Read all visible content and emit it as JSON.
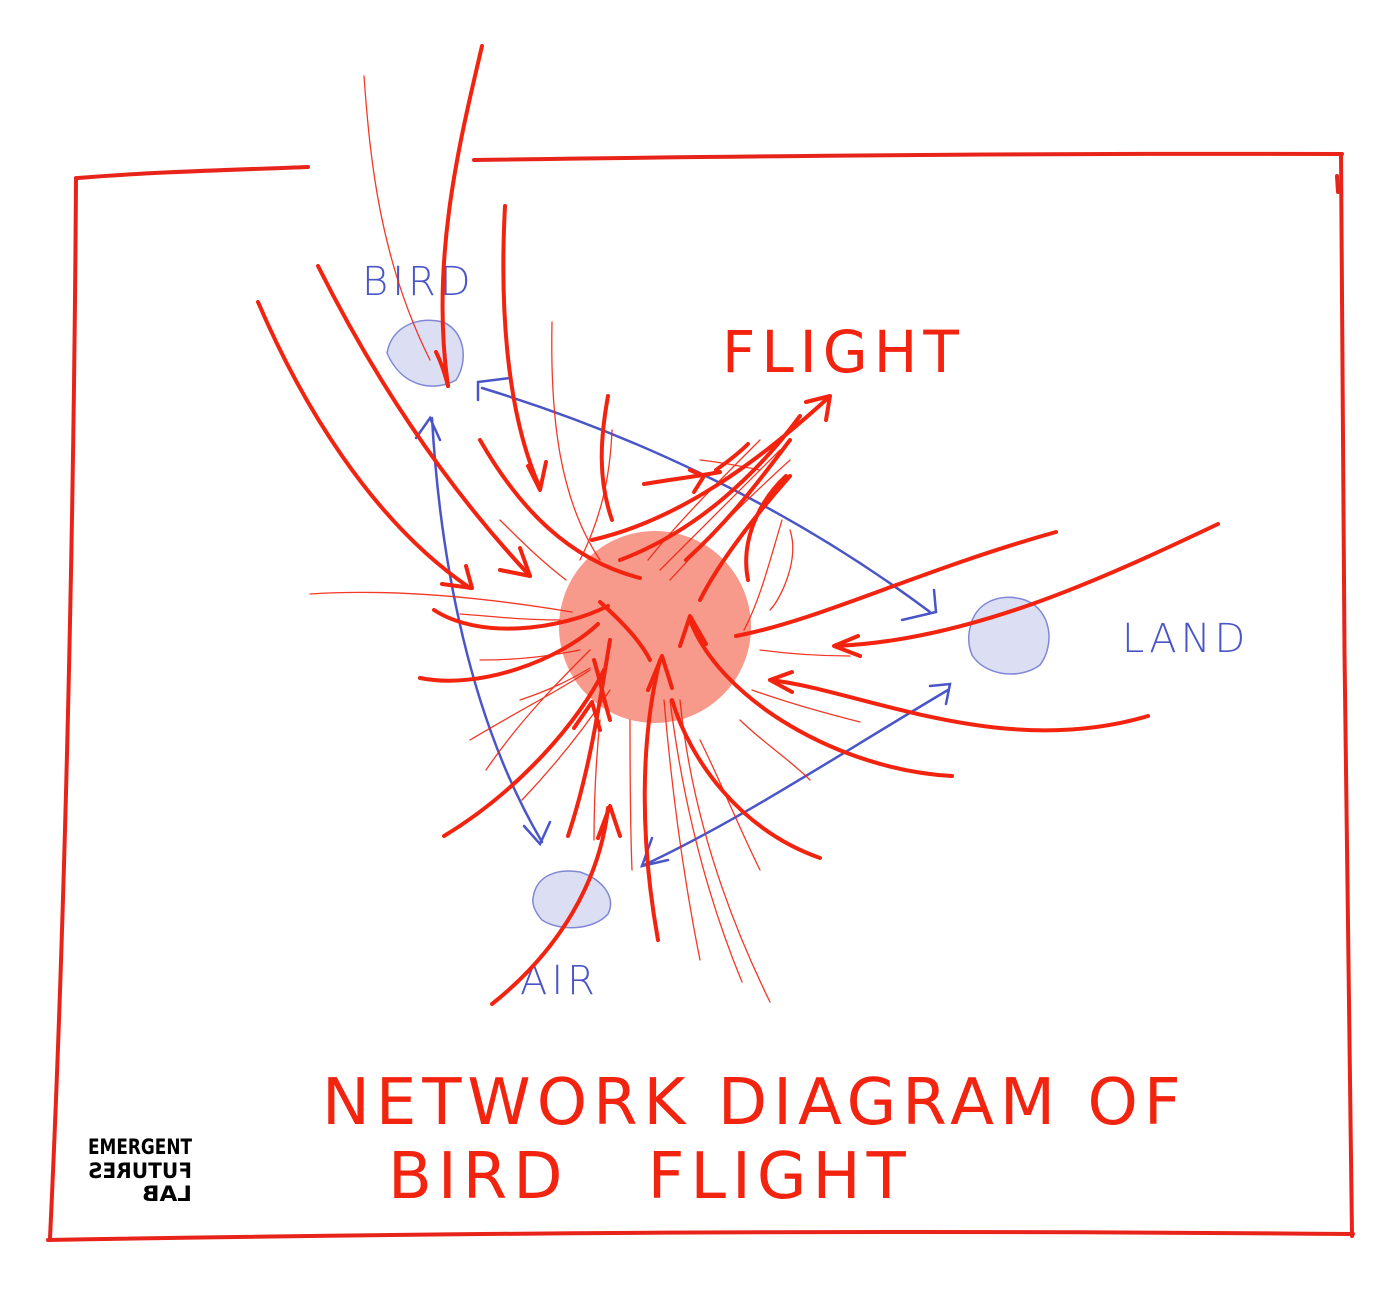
{
  "colors": {
    "frame": "#e8241a",
    "flow": "#f2230f",
    "link": "#4a55c8",
    "node_fill": "#dcdff4",
    "node_stroke": "#8088d6",
    "hub": "#f79a8c",
    "logo": "#000000"
  },
  "nodes": {
    "bird": "BIRD",
    "land": "LAND",
    "air": "AIR"
  },
  "flight_label": "FLIGHT",
  "caption": {
    "line1": "NETWORK DIAGRAM OF",
    "line2": "BIRD   FLIGHT"
  },
  "logo": {
    "line1": "EMERGENT",
    "line2": "FUTURES",
    "line3": "LAB"
  }
}
